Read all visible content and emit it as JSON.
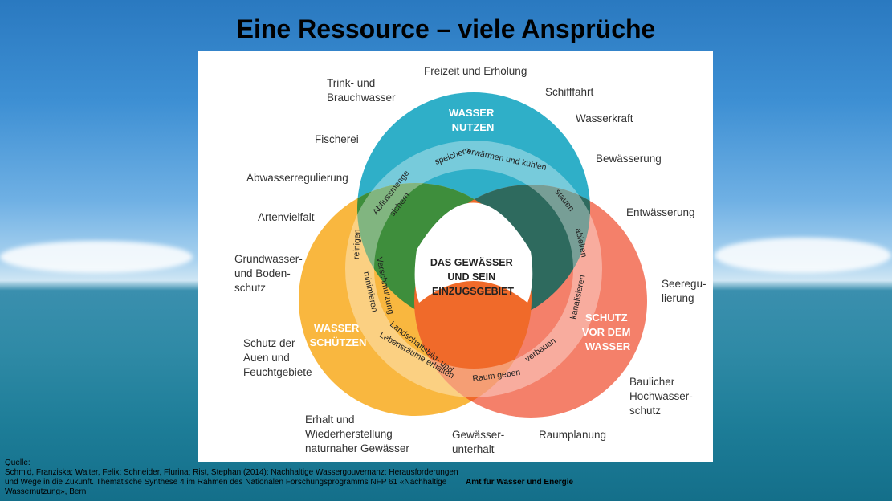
{
  "title": "Eine Ressource – viele Ansprüche",
  "center_label": [
    "DAS GEWÄSSER",
    "UND SEIN",
    "EINZUGSGEBIET"
  ],
  "circles": {
    "nutzen": {
      "lines": [
        "WASSER",
        "NUTZEN"
      ],
      "color": "#2fafc8"
    },
    "schuetzen": {
      "lines": [
        "WASSER",
        "SCHÜTZEN"
      ],
      "color": "#f9b73f"
    },
    "schutz": {
      "lines": [
        "SCHUTZ",
        "VOR DEM",
        "WASSER"
      ],
      "color": "#f4806a"
    }
  },
  "colors": {
    "overlap_nutzen_schuetzen": "#3e8e3c",
    "overlap_nutzen_schutz": "#2e6a5e",
    "overlap_schuetzen_schutz": "#f06a2a"
  },
  "ring_words": {
    "speichern": "speichern",
    "erwaermen": "erwärmen und kühlen",
    "abfluss": "Abflussmenge",
    "sichern": "sichern",
    "stauen": "stauen",
    "ableiten": "ableiten",
    "reinigen": "reinigen",
    "verschmutzung": "Verschmutzung",
    "minimieren": "minimieren",
    "kanalisieren": "kanalisieren",
    "verbauen": "verbauen",
    "raum": "Raum geben",
    "landschaft": "Landschaftsbild- und",
    "lebensraeume": "Lebensräume erhalten"
  },
  "outer_labels": {
    "freizeit": "Freizeit und Erholung",
    "trink": "Trink- und\nBrauchwasser",
    "schifffahrt": "Schifffahrt",
    "wasserkraft": "Wasserkraft",
    "fischerei": "Fischerei",
    "bewaesserung": "Bewässerung",
    "abwasser": "Abwasserregulierung",
    "entwaesserung": "Entwässerung",
    "artenvielfalt": "Artenvielfalt",
    "grundwasser": "Grundwasser-\nund Boden-\nschutz",
    "seeregulierung": "Seeregu-\nlierung",
    "auen": "Schutz der\nAuen und\nFeuchtgebiete",
    "hochwasser": "Baulicher\nHochwasser-\nschutz",
    "erhalt": "Erhalt und\nWiederherstellung\nnaturnaher Gewässer",
    "gewaesserunterhalt": "Gewässer-\nunterhalt",
    "raumplanung": "Raumplanung"
  },
  "source": {
    "heading": "Quelle:",
    "text": "Schmid, Franziska; Walter, Felix; Schneider, Flurina; Rist, Stephan (2014): Nachhaltige Wassergouvernanz: Herausforderungen und Wege in die Zukunft. Thematische Synthese 4 im Rahmen des Nationalen Forschungsprogramms NFP 61 «Nachhaltige Wassernutzung», Bern"
  },
  "footer": "Amt für Wasser und Energie"
}
